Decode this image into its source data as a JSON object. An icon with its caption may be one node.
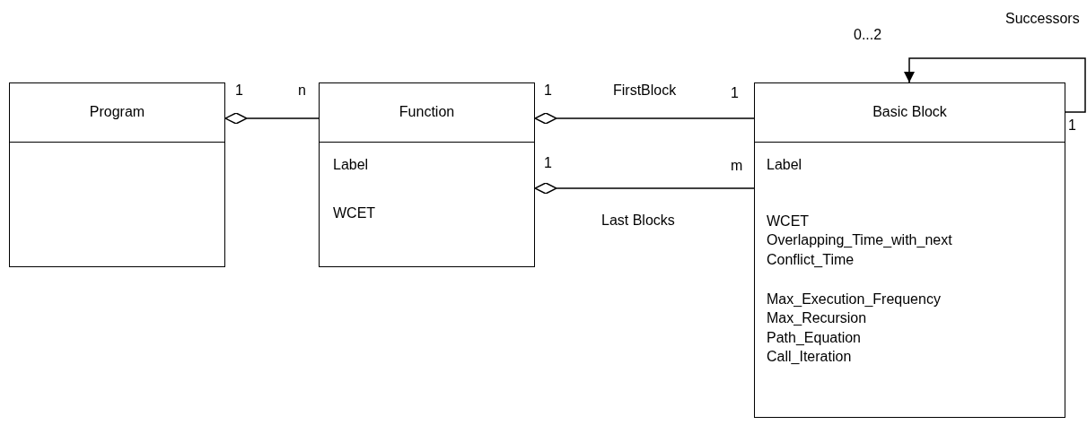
{
  "diagram": {
    "nodes": [
      {
        "text": [
          "Program"
        ]
      },
      {
        "text": [
          "Function",
          "Label",
          "WCET"
        ]
      },
      {
        "text": [
          "Basic Block",
          "Label",
          "WCET",
          "Overlapping_Time_with_next",
          "Conflict_Time",
          "Max_Execution_Frequency",
          "Max_Recursion",
          "Path_Equation",
          "Call_Iteration"
        ]
      }
    ],
    "edges": [
      {
        "from": 0,
        "to": 1,
        "arrow": "other"
      },
      {
        "from": 1,
        "to": 2,
        "arrow": "other",
        "label": "FirstBlock"
      },
      {
        "from": 1,
        "to": 2,
        "arrow": "other",
        "label": "Last Blocks"
      },
      {
        "from": 2,
        "to": 2,
        "arrow": "to",
        "label": "Successors"
      }
    ],
    "labels": [
      "0...2",
      "1",
      "n",
      "1",
      "1",
      "1",
      "m",
      "1"
    ]
  }
}
